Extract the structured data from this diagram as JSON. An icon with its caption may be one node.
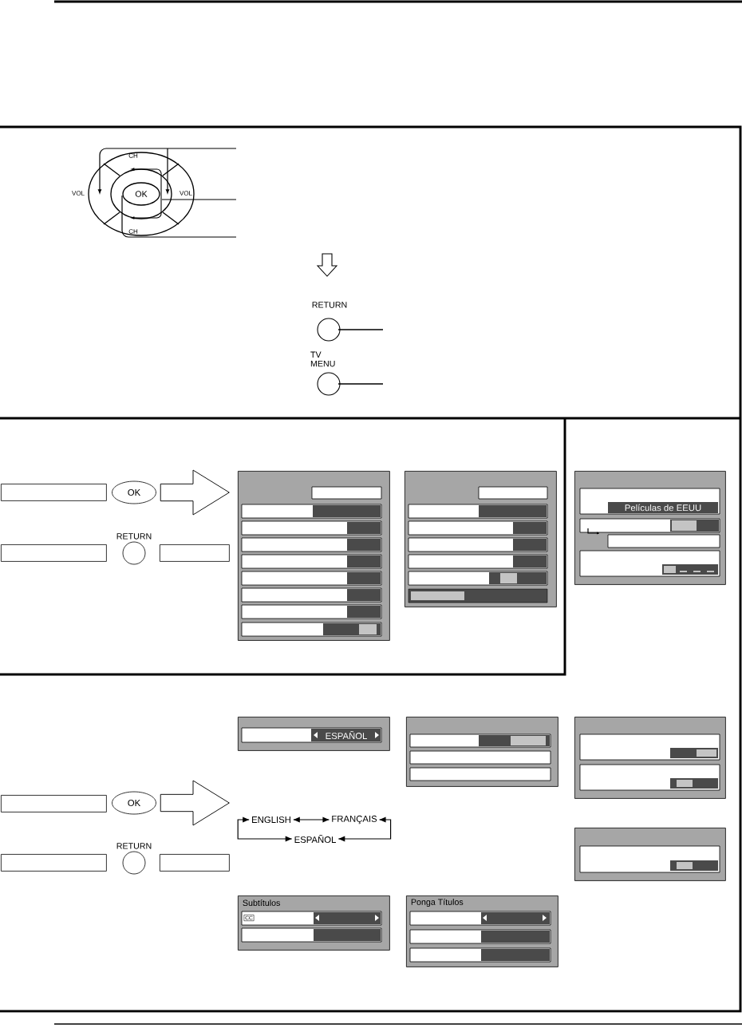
{
  "diagram": {
    "nodes": [
      {
        "text": [],
        "shape": "box"
      },
      {
        "text": [
          "OK"
        ]
      },
      {
        "text": [],
        "shape": "box"
      },
      {
        "text": [],
        "shape": "box"
      },
      {
        "text": [
          "Películas de EEUU"
        ]
      },
      {
        "text": [],
        "shape": "box"
      },
      {
        "text": [],
        "shape": "circle",
        "beside": [
          "RETURN"
        ]
      },
      {
        "text": [],
        "shape": "box"
      },
      {
        "text": [],
        "shape": "box"
      },
      {
        "text": [
          "OK"
        ]
      },
      {
        "text": [
          "ESPAÑOL"
        ]
      },
      {
        "text": [],
        "shape": "box"
      },
      {
        "text": [],
        "shape": "box"
      },
      {
        "text": [
          "ENGLISH"
        ]
      },
      {
        "text": [
          "FRANÇAIS"
        ]
      },
      {
        "text": [
          "ESPAÑOL"
        ]
      },
      {
        "text": [],
        "shape": "box"
      },
      {
        "text": [],
        "shape": "circle",
        "beside": [
          "RETURN"
        ]
      },
      {
        "text": [],
        "shape": "box"
      },
      {
        "text": [],
        "shape": "box"
      },
      {
        "text": [
          "Subtítulos",
          "CC"
        ]
      },
      {
        "text": [
          "Ponga Títulos"
        ]
      }
    ],
    "edges": [
      {
        "from": 1,
        "to": 2,
        "arrow": "to"
      },
      {
        "from": 9,
        "to": 10,
        "arrow": "to"
      },
      {
        "from": 13,
        "to": 14,
        "arrow": "both"
      },
      {
        "from": 14,
        "to": 15,
        "arrow": "both"
      },
      {
        "from": 13,
        "to": 15,
        "arrow": "both"
      }
    ],
    "labels": [
      "CH",
      "VOL",
      "OK",
      "VOL",
      "CH",
      "RETURN",
      "TV MENU"
    ]
  }
}
